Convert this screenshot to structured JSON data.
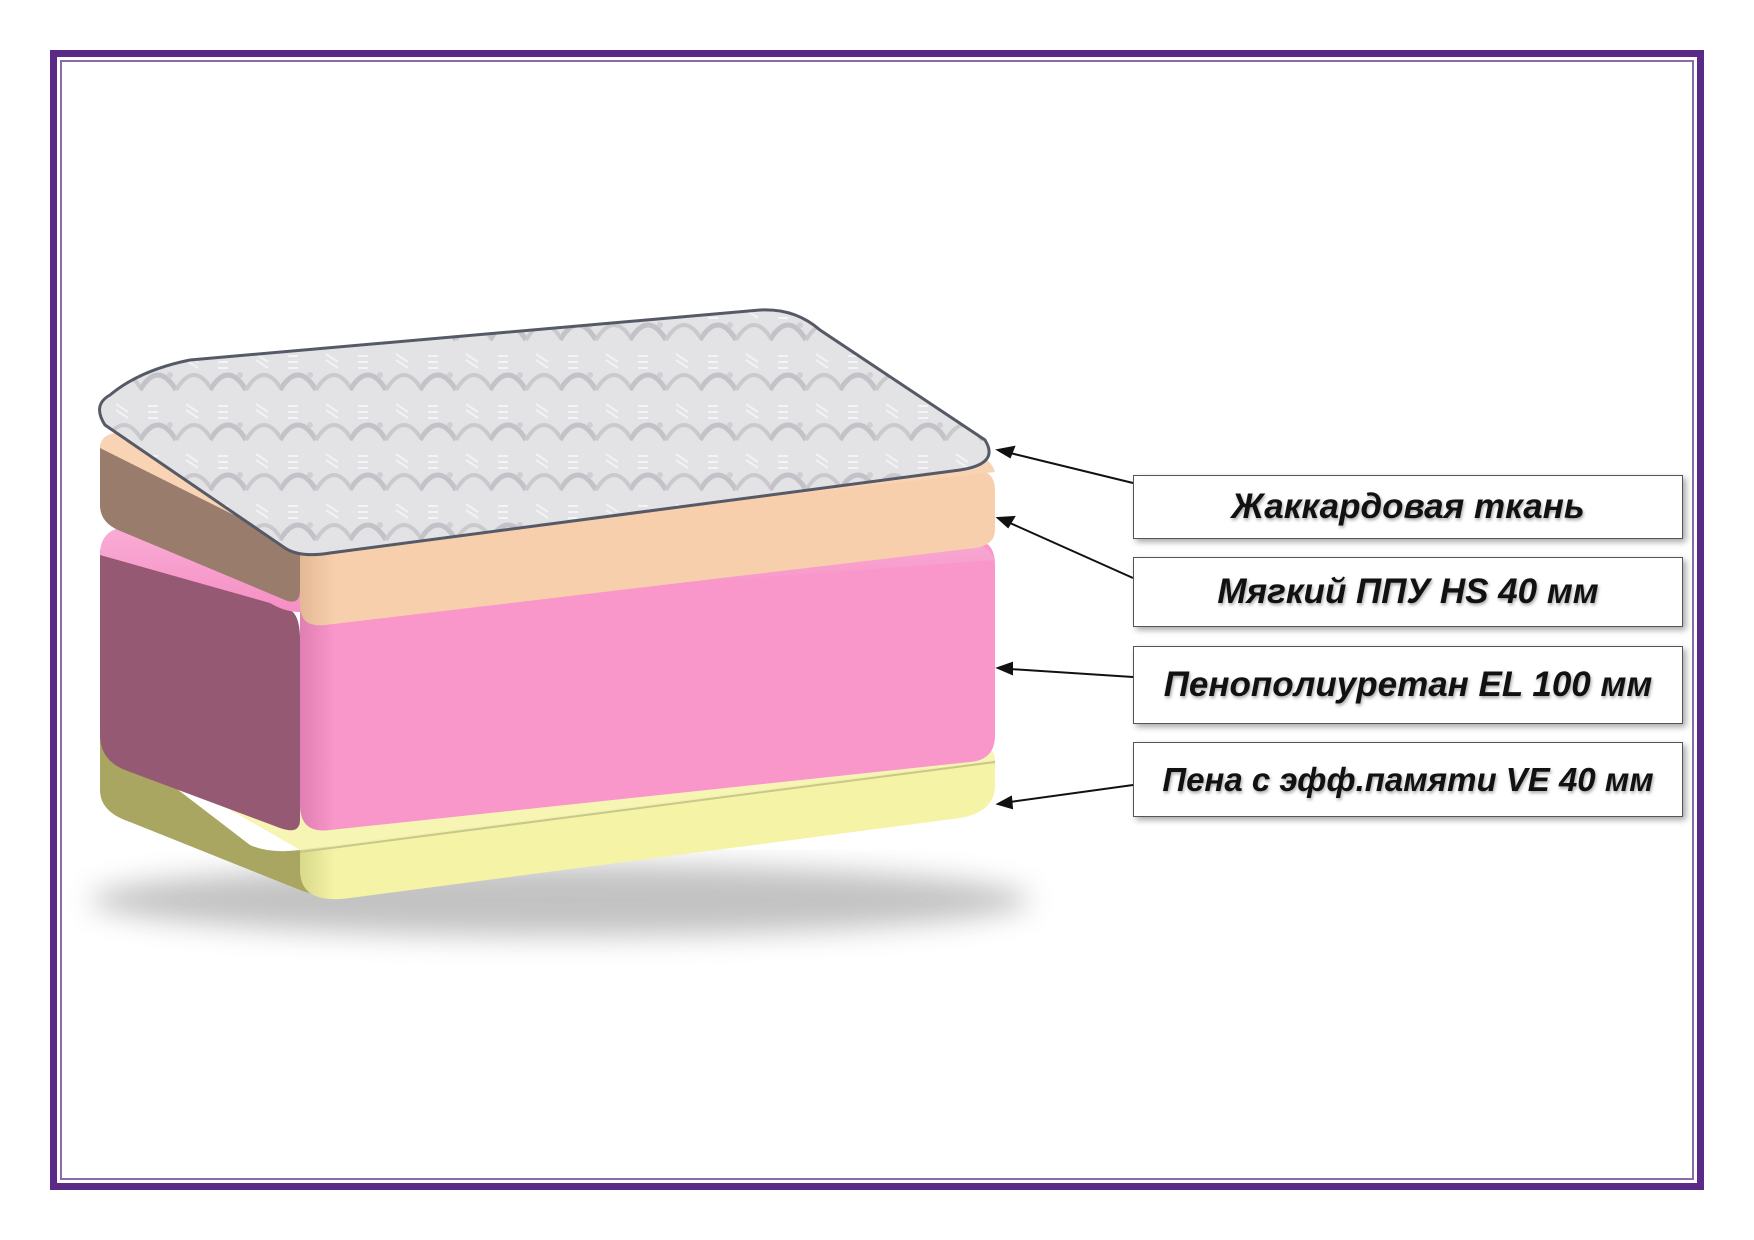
{
  "layers": [
    {
      "label": "Жаккардовая ткань",
      "color": "#d7d7da"
    },
    {
      "label": "Мягкий ППУ HS 40 мм",
      "color": "#f8cfad"
    },
    {
      "label": "Пенополиуретан EL 100 мм",
      "color": "#f996ca"
    },
    {
      "label": "Пена с эфф.памяти VE 40 мм",
      "color": "#f4f3a6"
    }
  ],
  "colors": {
    "frame": "#5b2a86"
  }
}
